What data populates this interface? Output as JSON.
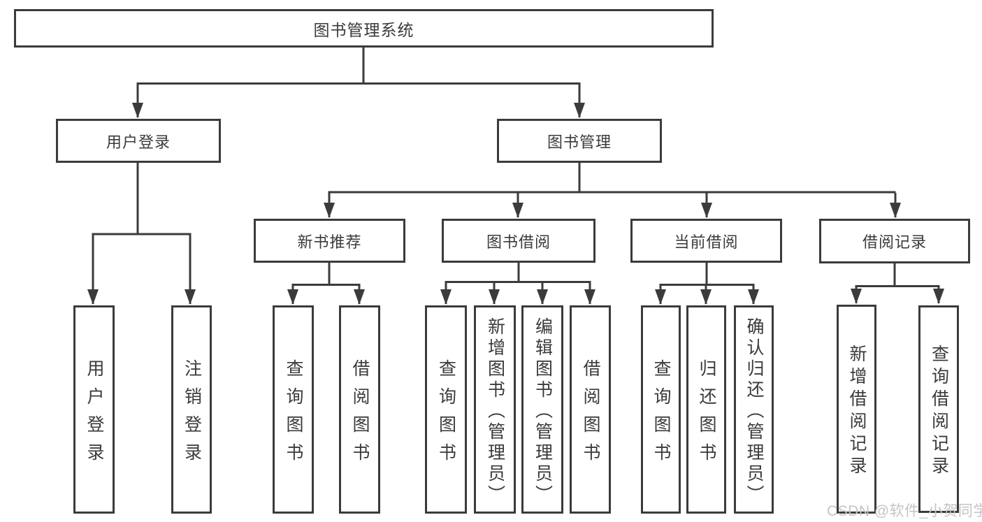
{
  "colors": {
    "line": "#3b3b3b",
    "text": "#3a3a3a",
    "box_bg": "#ffffff",
    "background": "#ffffff",
    "watermark": "#c4c4c4"
  },
  "diagram": {
    "title": "图书管理系统",
    "level2": {
      "user_login": "用户登录",
      "book_management": "图书管理"
    },
    "level3": {
      "new_book_recommend": "新书推荐",
      "book_borrowing": "图书借阅",
      "current_borrowing": "当前借阅",
      "borrowing_records": "借阅记录"
    },
    "leaves": {
      "user_login": [
        "用户登录",
        "注销登录"
      ],
      "new_book_recommend": [
        "查询图书",
        "借阅图书"
      ],
      "book_borrowing": [
        "查询图书",
        "新增图书（管理员）",
        "编辑图书（管理员）",
        "借阅图书"
      ],
      "current_borrowing": [
        "查询图书",
        "归还图书",
        "确认归还（管理员）"
      ],
      "borrowing_records": [
        "新增借阅记录",
        "查询借阅记录"
      ]
    }
  },
  "watermark": "CSDN @软件_小贺同学"
}
